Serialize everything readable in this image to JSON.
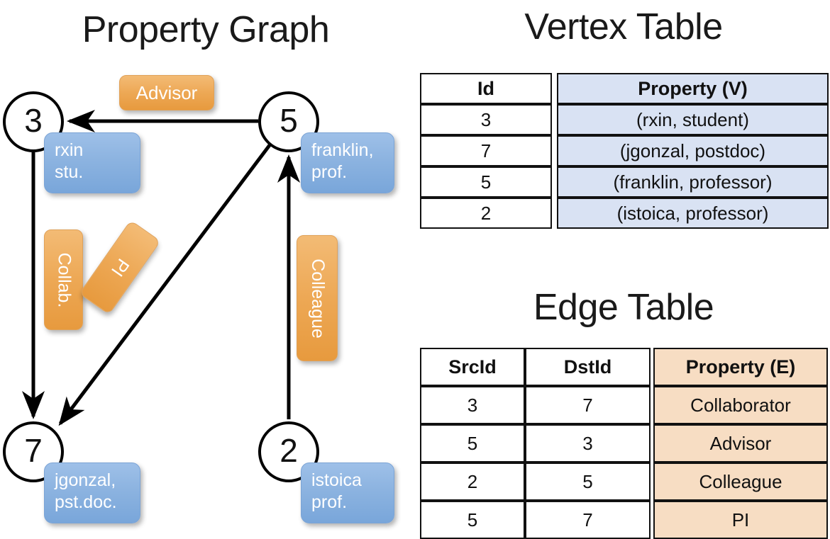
{
  "titles": {
    "graph": "Property Graph",
    "vertex_table": "Vertex Table",
    "edge_table": "Edge Table"
  },
  "graph": {
    "vertices": [
      {
        "id": "3",
        "property": "rxin\nstu.",
        "prop_line1": "rxin",
        "prop_line2": "stu."
      },
      {
        "id": "5",
        "property": "franklin, prof.",
        "prop_line1": "franklin,",
        "prop_line2": "prof."
      },
      {
        "id": "7",
        "property": "jgonzal, pst.doc.",
        "prop_line1": "jgonzal,",
        "prop_line2": "pst.doc."
      },
      {
        "id": "2",
        "property": "istoica prof.",
        "prop_line1": "istoica",
        "prop_line2": "prof."
      }
    ],
    "edge_labels": {
      "advisor": "Advisor",
      "collab": "Collab.",
      "pi": "PI",
      "colleague": "Colleague"
    },
    "edges": [
      {
        "src": "5",
        "dst": "3",
        "label": "Advisor"
      },
      {
        "src": "3",
        "dst": "7",
        "label": "Collab."
      },
      {
        "src": "5",
        "dst": "7",
        "label": "PI"
      },
      {
        "src": "2",
        "dst": "5",
        "label": "Colleague"
      }
    ]
  },
  "vertex_table": {
    "headers": [
      "Id",
      "Property (V)"
    ],
    "rows": [
      {
        "id": "3",
        "property": "(rxin, student)"
      },
      {
        "id": "7",
        "property": "(jgonzal, postdoc)"
      },
      {
        "id": "5",
        "property": "(franklin, professor)"
      },
      {
        "id": "2",
        "property": "(istoica, professor)"
      }
    ],
    "property_column_color": "#d9e2f3"
  },
  "edge_table": {
    "headers": [
      "SrcId",
      "DstId",
      "Property (E)"
    ],
    "rows": [
      {
        "src": "3",
        "dst": "7",
        "property": "Collaborator"
      },
      {
        "src": "5",
        "dst": "3",
        "property": "Advisor"
      },
      {
        "src": "2",
        "dst": "5",
        "property": "Colleague"
      },
      {
        "src": "5",
        "dst": "7",
        "property": "PI"
      }
    ],
    "property_column_color": "#f7ddc3"
  },
  "colors": {
    "vertex_box": "#8cb3e0",
    "edge_box": "#eda855",
    "stroke": "#111111",
    "background": "#ffffff"
  }
}
